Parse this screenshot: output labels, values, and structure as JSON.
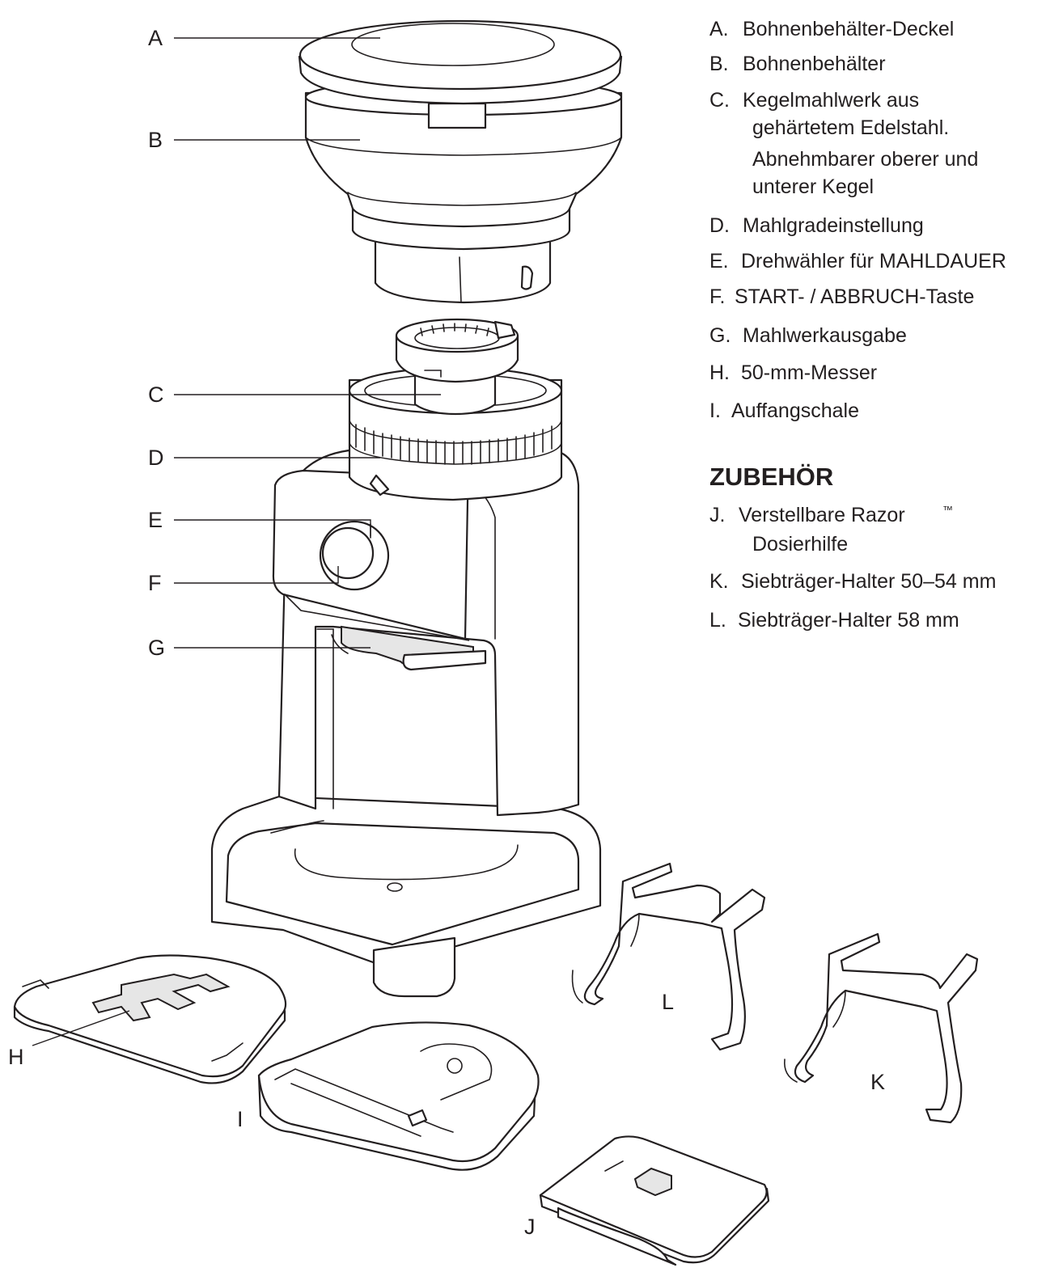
{
  "callouts": {
    "A": "A",
    "B": "B",
    "C": "C",
    "D": "D",
    "E": "E",
    "F": "F",
    "G": "G",
    "H": "H",
    "I": "I",
    "J": "J",
    "K": "K",
    "L": "L"
  },
  "parts": [
    {
      "marker": "A.",
      "lines": [
        "Bohnenbehälter-Deckel"
      ]
    },
    {
      "marker": "B.",
      "lines": [
        "Bohnenbehälter"
      ]
    },
    {
      "marker": "C.",
      "lines": [
        "Kegelmahlwerk aus",
        "gehärtetem Edelstahl.",
        "Abnehmbarer oberer und",
        "unterer Kegel"
      ]
    },
    {
      "marker": "D.",
      "lines": [
        "Mahlgradeinstellung"
      ]
    },
    {
      "marker": "E.",
      "lines": [
        "Drehwähler für MAHLDAUER"
      ]
    },
    {
      "marker": "F.",
      "lines": [
        "START- / ABBRUCH-Taste"
      ]
    },
    {
      "marker": "G.",
      "lines": [
        "Mahlwerkausgabe"
      ]
    },
    {
      "marker": "H.",
      "lines": [
        "50-mm-Messer"
      ]
    },
    {
      "marker": "I.",
      "lines": [
        "Auffangschale"
      ]
    }
  ],
  "accessories_heading": "ZUBEHÖR",
  "accessories": [
    {
      "marker": "J.",
      "lines": [
        "Verstellbare Razor",
        "Dosierhilfe"
      ],
      "trademark": "™"
    },
    {
      "marker": "K.",
      "lines": [
        "Siebträger-Halter 50–54 mm"
      ]
    },
    {
      "marker": "L.",
      "lines": [
        "Siebträger-Halter 58 mm"
      ]
    }
  ]
}
